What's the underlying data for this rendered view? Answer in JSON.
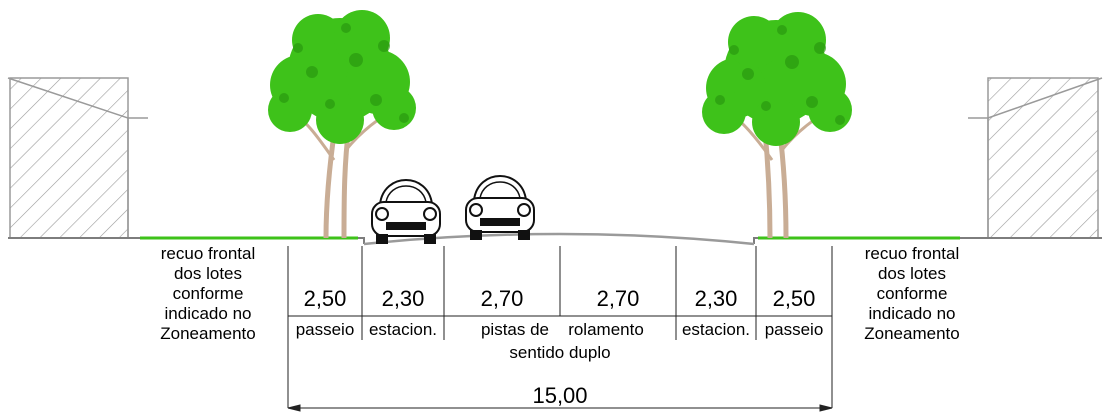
{
  "diagram": {
    "left_note": [
      "recuo frontal",
      "dos lotes",
      "conforme",
      "indicado no",
      "Zoneamento"
    ],
    "right_note": [
      "recuo frontal",
      "dos lotes",
      "conforme",
      "indicado no",
      "Zoneamento"
    ],
    "segments": [
      {
        "width": "2,50",
        "label": "passeio"
      },
      {
        "width": "2,30",
        "label": "estacion."
      },
      {
        "width": "2,70",
        "label": "pistas de"
      },
      {
        "width": "2,70",
        "label": "rolamento"
      },
      {
        "width": "2,30",
        "label": "estacion."
      },
      {
        "width": "2,50",
        "label": "passeio"
      }
    ],
    "lanes_sub_label": "sentido duplo",
    "total_width": "15,00",
    "colors": {
      "foliage": "#3ec21a",
      "foliage_dark": "#2a9a10",
      "trunk": "#c9ad95",
      "ground": "#7d7d7d",
      "grass": "#3ec21a",
      "hatch": "#9a9a9a",
      "line": "#222222"
    }
  }
}
